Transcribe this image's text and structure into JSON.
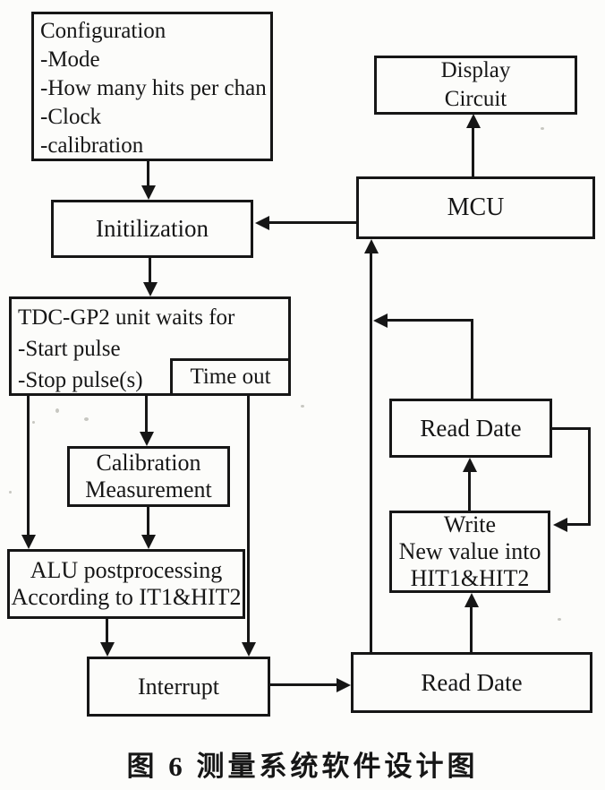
{
  "ink_color": "#161616",
  "paper_color": "#fcfcfa",
  "caption": "图 6  测量系统软件设计图",
  "nodes": {
    "configuration": {
      "lines": [
        "Configuration",
        "-Mode",
        "-How many hits per chan",
        "-Clock",
        "-calibration"
      ]
    },
    "initialization": {
      "label": "Initilization"
    },
    "tdc_wait": {
      "lines": [
        "TDC-GP2 unit waits for",
        "-Start pulse",
        "-Stop pulse(s)"
      ]
    },
    "timeout": {
      "label": "Time out"
    },
    "calibration_measurement": {
      "lines": [
        "Calibration",
        "Measurement"
      ]
    },
    "alu_postprocessing": {
      "lines": [
        "ALU postprocessing",
        "According to IT1&HIT2"
      ]
    },
    "interrupt": {
      "label": "Interrupt"
    },
    "display_circuit": {
      "lines": [
        "Display",
        "Circuit"
      ]
    },
    "mcu": {
      "label": "MCU"
    },
    "read_date_top": {
      "label": "Read Date"
    },
    "write_new_value": {
      "lines": [
        "Write",
        "New value into",
        "HIT1&HIT2"
      ]
    },
    "read_date_bottom": {
      "label": "Read Date"
    }
  },
  "edges": [
    {
      "from": "Configuration",
      "to": "Initilization"
    },
    {
      "from": "MCU",
      "to": "Initilization"
    },
    {
      "from": "Initilization",
      "to": "TDC-GP2 unit waits for"
    },
    {
      "from": "TDC-GP2 unit waits for",
      "to": "ALU postprocessing"
    },
    {
      "from": "TDC-GP2 unit waits for",
      "to": "Calibration Measurement"
    },
    {
      "from": "Calibration Measurement",
      "to": "ALU postprocessing"
    },
    {
      "from": "Time out",
      "to": "Interrupt"
    },
    {
      "from": "ALU postprocessing",
      "to": "Interrupt"
    },
    {
      "from": "Interrupt",
      "to": "Read Date (bottom)"
    },
    {
      "from": "Read Date (bottom)",
      "to": "MCU"
    },
    {
      "from": "Read Date (bottom)",
      "to": "Write New value into HIT1&HIT2"
    },
    {
      "from": "Write New value into HIT1&HIT2",
      "to": "Read Date (top)"
    },
    {
      "from": "Read Date (top)",
      "to": "Write New value into HIT1&HIT2"
    },
    {
      "from": "Read Date (top)",
      "to": "MCU"
    },
    {
      "from": "MCU",
      "to": "Display Circuit"
    }
  ]
}
